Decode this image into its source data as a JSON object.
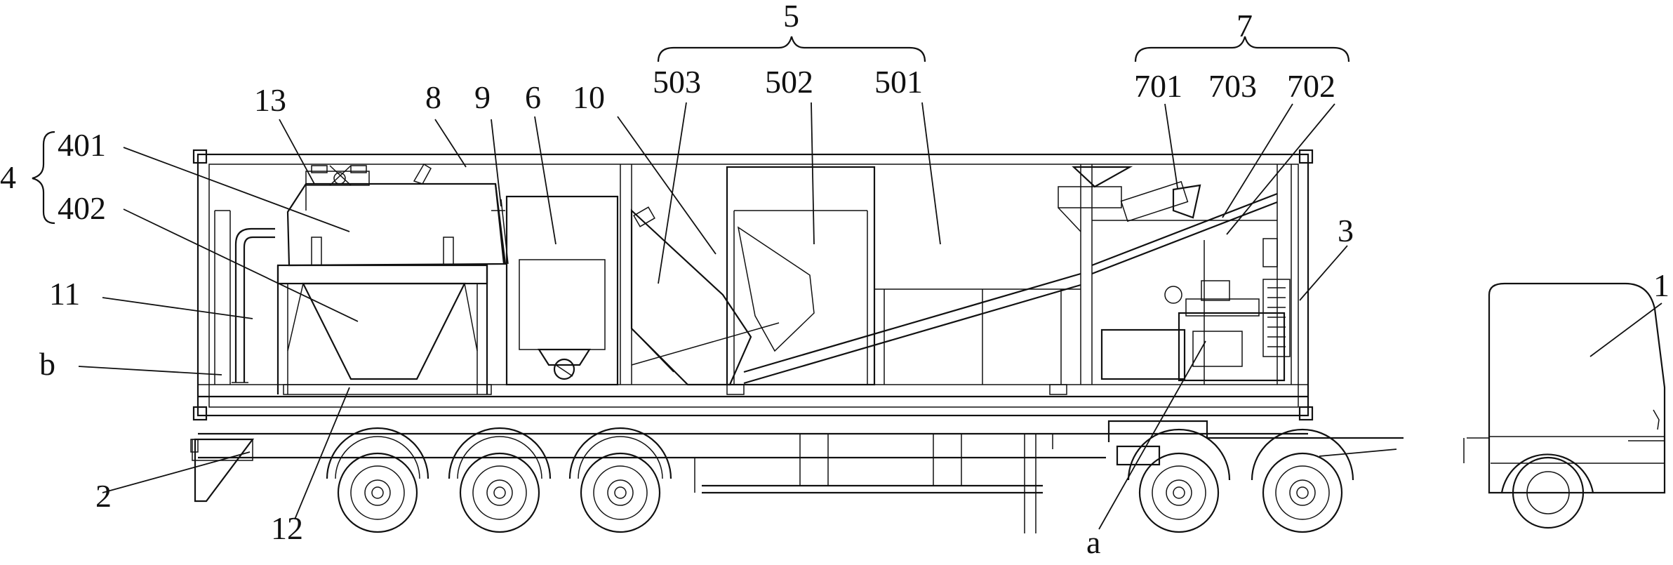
{
  "labels": {
    "l1": "1",
    "l2": "2",
    "l3": "3",
    "l4": "4",
    "l401": "401",
    "l402": "402",
    "l5": "5",
    "l501": "501",
    "l502": "502",
    "l503": "503",
    "l6": "6",
    "l7": "7",
    "l701": "701",
    "l702": "702",
    "l703": "703",
    "l8": "8",
    "l9": "9",
    "l10": "10",
    "l11": "11",
    "l12": "12",
    "l13": "13",
    "la": "a",
    "lb": "b"
  }
}
